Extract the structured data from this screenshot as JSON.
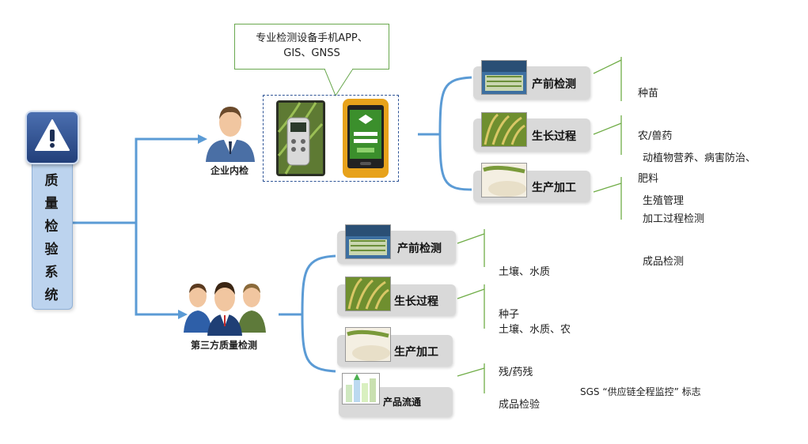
{
  "root": {
    "title": [
      "质",
      "量",
      "检",
      "验",
      "系",
      "统"
    ]
  },
  "callout": {
    "line1": "专业检测设备手机APP、",
    "line2": "GIS、GNSS"
  },
  "enterprise": {
    "label": "企业内检",
    "stages": [
      {
        "label": "产前检测",
        "notes": [
          "种苗",
          "农/兽药",
          "肥料"
        ]
      },
      {
        "label": "生长过程",
        "notes": [
          "动植物营养、病害防治、",
          "生殖管理"
        ]
      },
      {
        "label": "生产加工",
        "notes": [
          "加工过程检测",
          "成品检测"
        ]
      }
    ]
  },
  "third_party": {
    "label": "第三方质量检测",
    "stages": [
      {
        "label": "产前检测",
        "notes": [
          "土壤、水质",
          "种子"
        ]
      },
      {
        "label": "生长过程",
        "notes": [
          "土壤、水质、农",
          "残/药残"
        ]
      },
      {
        "label": "生产加工",
        "notes": []
      },
      {
        "label": "产品流通",
        "notes": [
          "成品检验"
        ]
      }
    ]
  },
  "footer": "SGS “供应链全程监控” 标志",
  "colors": {
    "link": "#5b9bd5",
    "note_line": "#70ad47",
    "stage_bg": "#d9d9d9",
    "root_bg": "#bcd3ee"
  }
}
